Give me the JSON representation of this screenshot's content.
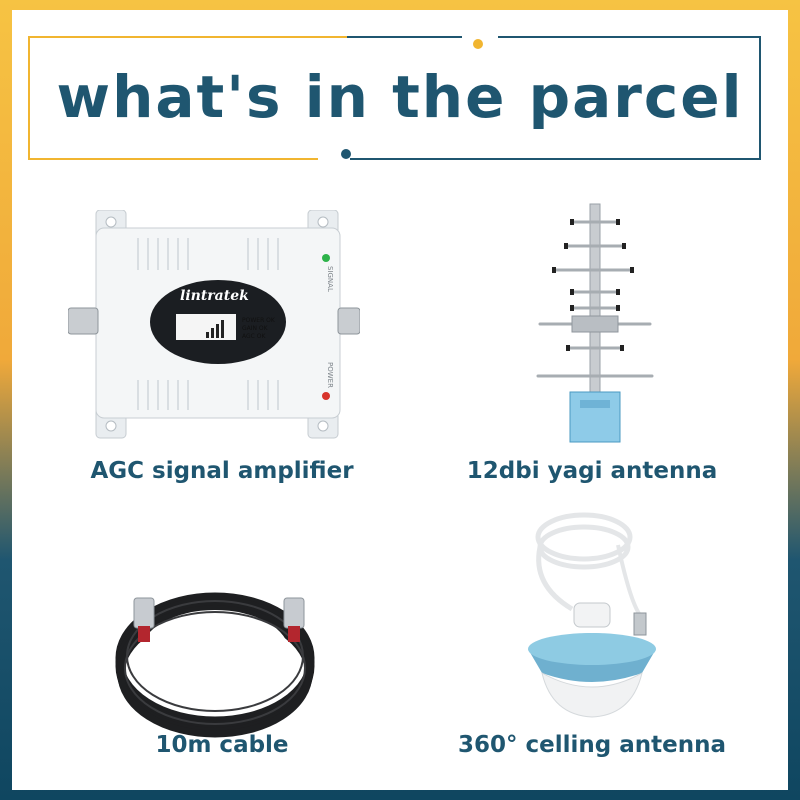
{
  "title": "what's in the parcel",
  "items": [
    {
      "label": "AGC signal amplifier",
      "icon": "signal-amplifier-icon",
      "device": {
        "brand": "lintratek",
        "status_lines": [
          "POWER OK",
          "GAIN OK",
          "AGC OK"
        ],
        "side_left": "SIGNAL",
        "side_right": "POWER"
      }
    },
    {
      "label": "12dbi yagi antenna",
      "icon": "yagi-antenna-icon"
    },
    {
      "label": "10m cable",
      "icon": "coaxial-cable-icon"
    },
    {
      "label": "360° celling antenna",
      "icon": "ceiling-antenna-icon"
    }
  ],
  "colors": {
    "gold": "#f1b530",
    "navy": "#1f5670",
    "panel": "#ffffff"
  }
}
